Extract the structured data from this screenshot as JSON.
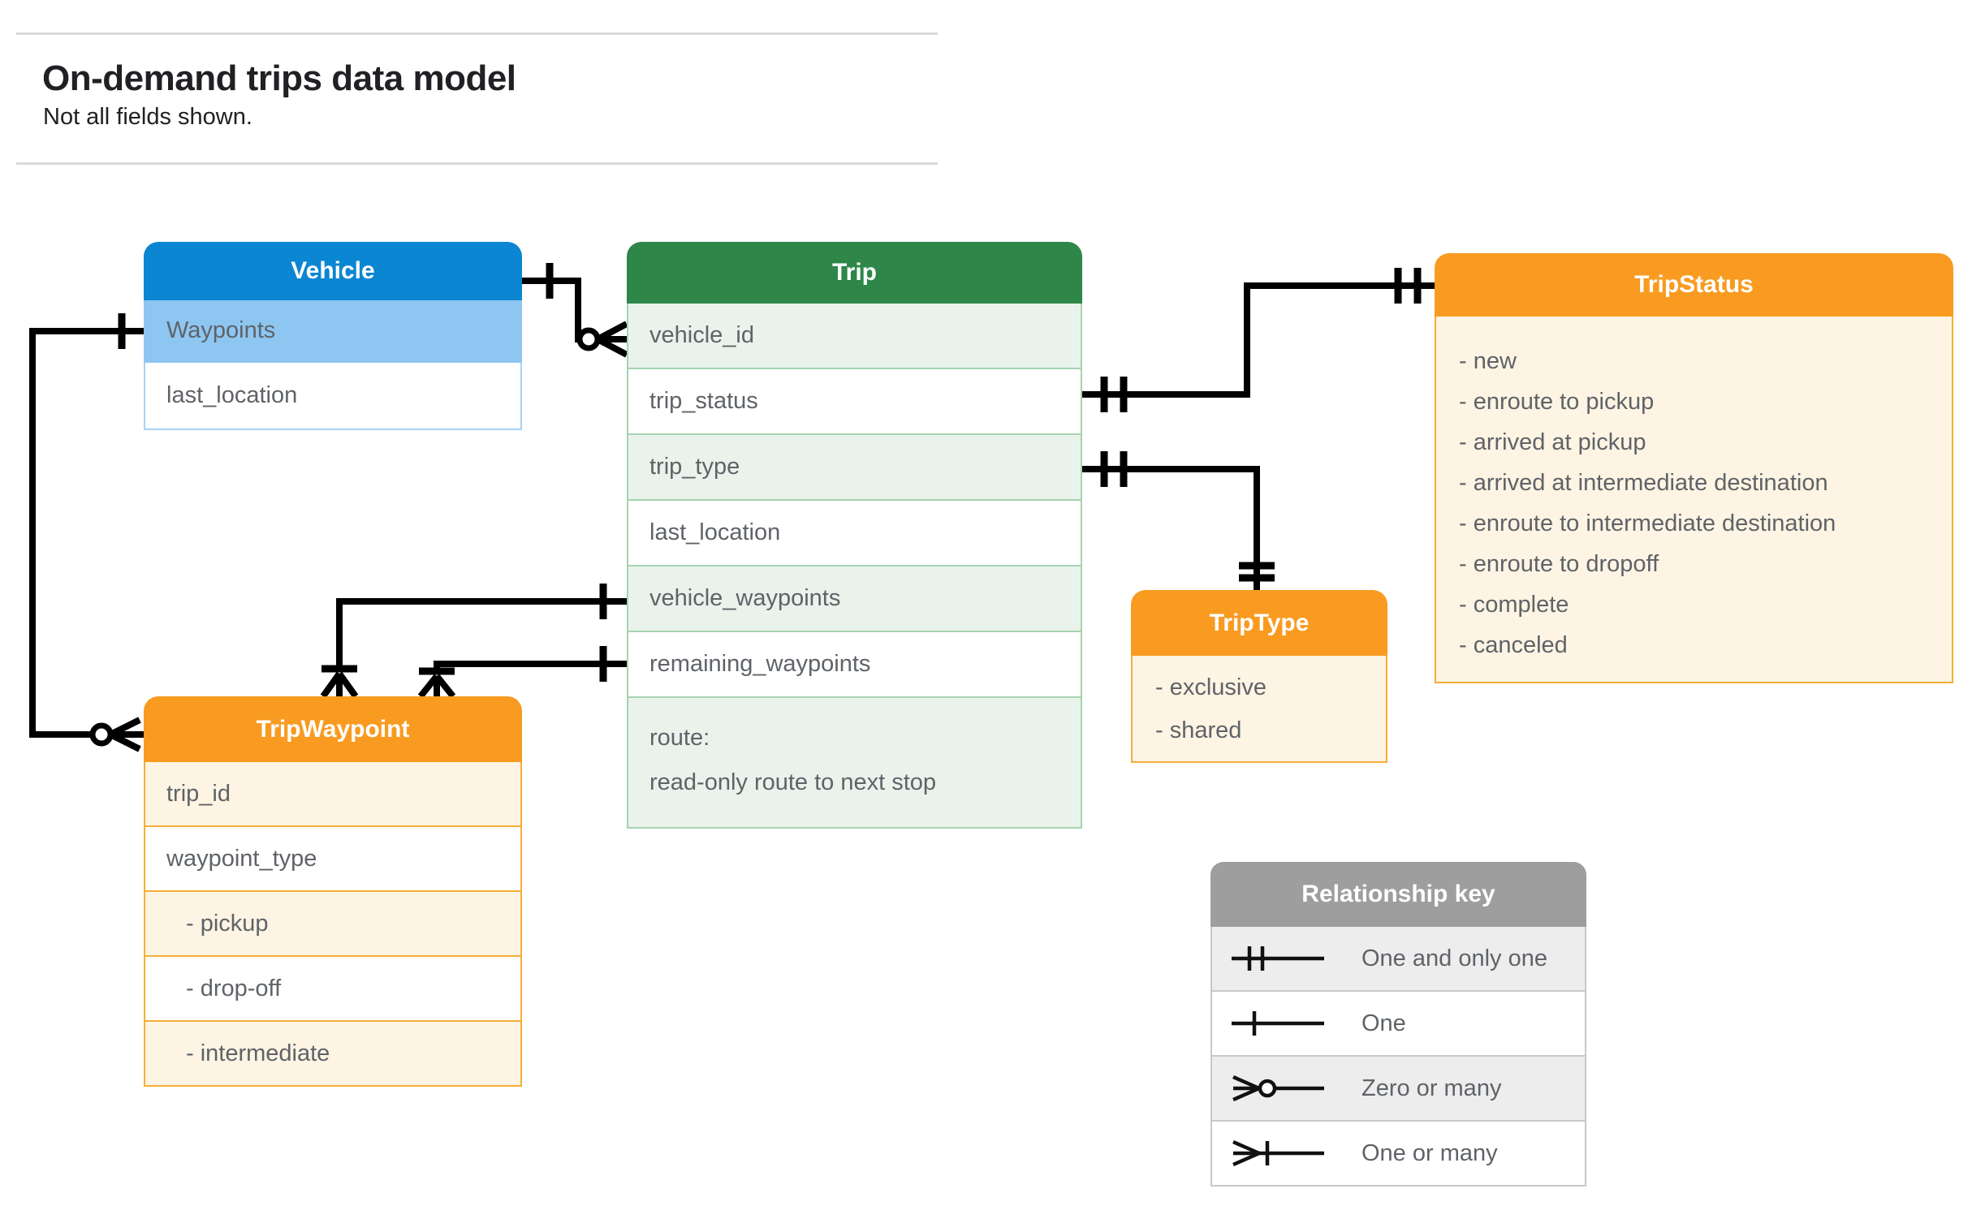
{
  "page": {
    "title": "On-demand trips data model",
    "subtitle": "Not all fields shown."
  },
  "colors": {
    "blue": "#0b86d2",
    "lightBlue": "#8ec6f2",
    "blueBorder": "#a6d3f5",
    "green": "#2e8649",
    "lightGreen": "#e9f3ec",
    "greenBorder": "#a5d3b1",
    "orange": "#f89b20",
    "cream": "#fdf4e3",
    "orangeBorder": "#f5af37",
    "gray": "#9e9e9e",
    "lightGray": "#ededed",
    "grayBorder": "#c8c8c8",
    "connector": "#000000",
    "fieldText": "#5f6368",
    "titleText": "#202124"
  },
  "entities": {
    "vehicle": {
      "title": "Vehicle",
      "fields": [
        "Waypoints",
        "last_location"
      ]
    },
    "trip": {
      "title": "Trip",
      "fields": [
        "vehicle_id",
        "trip_status",
        "trip_type",
        "last_location",
        "vehicle_waypoints",
        "remaining_waypoints"
      ],
      "route": [
        "route:",
        "read-only route to next stop"
      ]
    },
    "tripStatus": {
      "title": "TripStatus",
      "values": [
        "- new",
        "- enroute to pickup",
        "- arrived at pickup",
        "- arrived at intermediate destination",
        "- enroute to intermediate destination",
        "- enroute to dropoff",
        "- complete",
        "- canceled"
      ]
    },
    "tripType": {
      "title": "TripType",
      "values": [
        "- exclusive",
        "- shared"
      ]
    },
    "tripWaypoint": {
      "title": "TripWaypoint",
      "fields": [
        "trip_id",
        "waypoint_type"
      ],
      "values": [
        "- pickup",
        "- drop-off",
        "- intermediate"
      ]
    }
  },
  "legend": {
    "title": "Relationship key",
    "rows": [
      {
        "symbol": "one-and-only-one-icon",
        "label": "One and only one"
      },
      {
        "symbol": "one-icon",
        "label": "One"
      },
      {
        "symbol": "zero-or-many-icon",
        "label": "Zero or many"
      },
      {
        "symbol": "one-or-many-icon",
        "label": "One or many"
      }
    ]
  }
}
